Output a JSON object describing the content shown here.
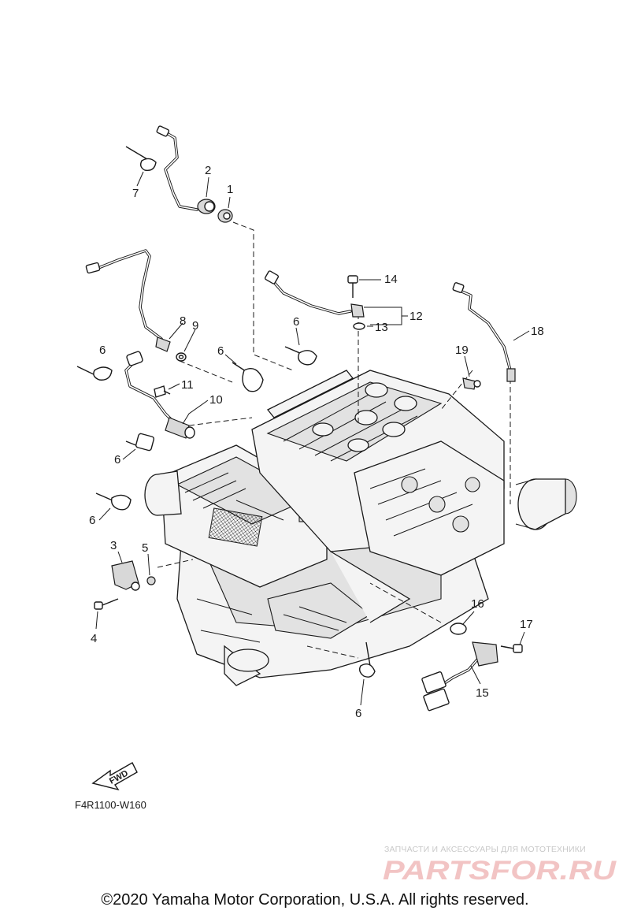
{
  "diagram": {
    "code": "F4R1100-W160",
    "fwd_label": "FWD",
    "callouts": [
      "1",
      "2",
      "3",
      "4",
      "5",
      "6",
      "7",
      "8",
      "9",
      "10",
      "11",
      "12",
      "13",
      "14",
      "15",
      "16",
      "17",
      "18",
      "19"
    ]
  },
  "footer": {
    "copyright": "©2020 Yamaha Motor Corporation, U.S.A. All rights reserved."
  },
  "watermark": {
    "tagline": "ЗАПЧАСТИ И АКСЕССУАРЫ ДЛЯ МОТОТЕХНИКИ",
    "logo_text": "PARTSFOR.RU"
  },
  "colors": {
    "line": "#1a1a1a",
    "watermark": "#f2c4c4",
    "watermark_text": "#c9c9c9"
  }
}
